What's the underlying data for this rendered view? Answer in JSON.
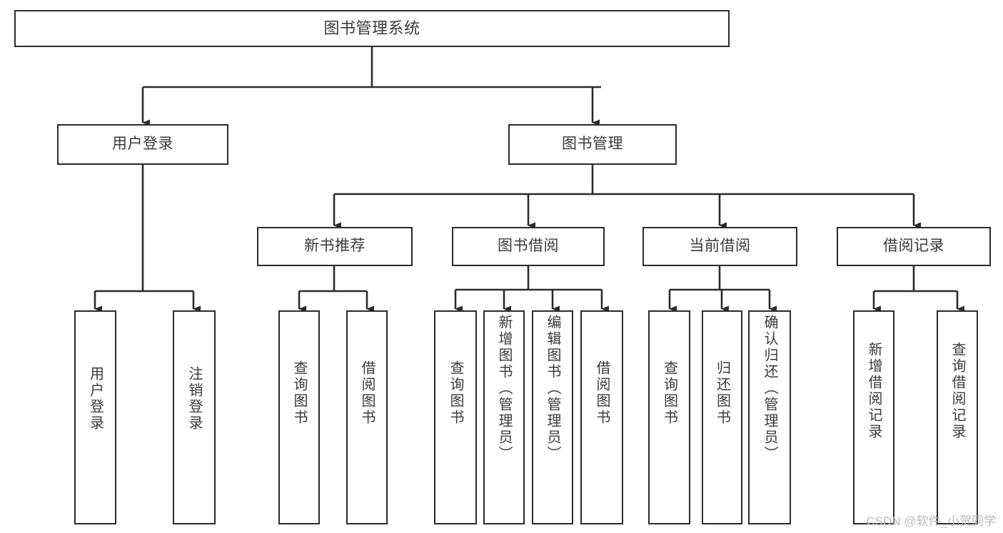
{
  "diagram": {
    "title": "图书管理系统",
    "type": "hierarchy-tree",
    "root": {
      "label": "图书管理系统"
    },
    "level1": [
      {
        "label": "用户登录"
      },
      {
        "label": "图书管理"
      }
    ],
    "level2": [
      {
        "label": "新书推荐"
      },
      {
        "label": "图书借阅"
      },
      {
        "label": "当前借阅"
      },
      {
        "label": "借阅记录"
      }
    ],
    "leaves": [
      {
        "label": "用户登录"
      },
      {
        "label": "注销登录"
      },
      {
        "label": "查询图书"
      },
      {
        "label": "借阅图书"
      },
      {
        "label": "查询图书"
      },
      {
        "label": "新增图书（管理员）"
      },
      {
        "label": "编辑图书（管理员）"
      },
      {
        "label": "借阅图书"
      },
      {
        "label": "查询图书"
      },
      {
        "label": "归还图书"
      },
      {
        "label": "确认归还（管理员）"
      },
      {
        "label": "新增借阅记录"
      },
      {
        "label": "查询借阅记录"
      }
    ]
  },
  "watermark": {
    "text": "CSDN @软件_小贺同学"
  },
  "colors": {
    "stroke": "#2b2b2b",
    "text": "#3a3a3a",
    "background": "#ffffff",
    "watermark": "#b9b9b9"
  }
}
